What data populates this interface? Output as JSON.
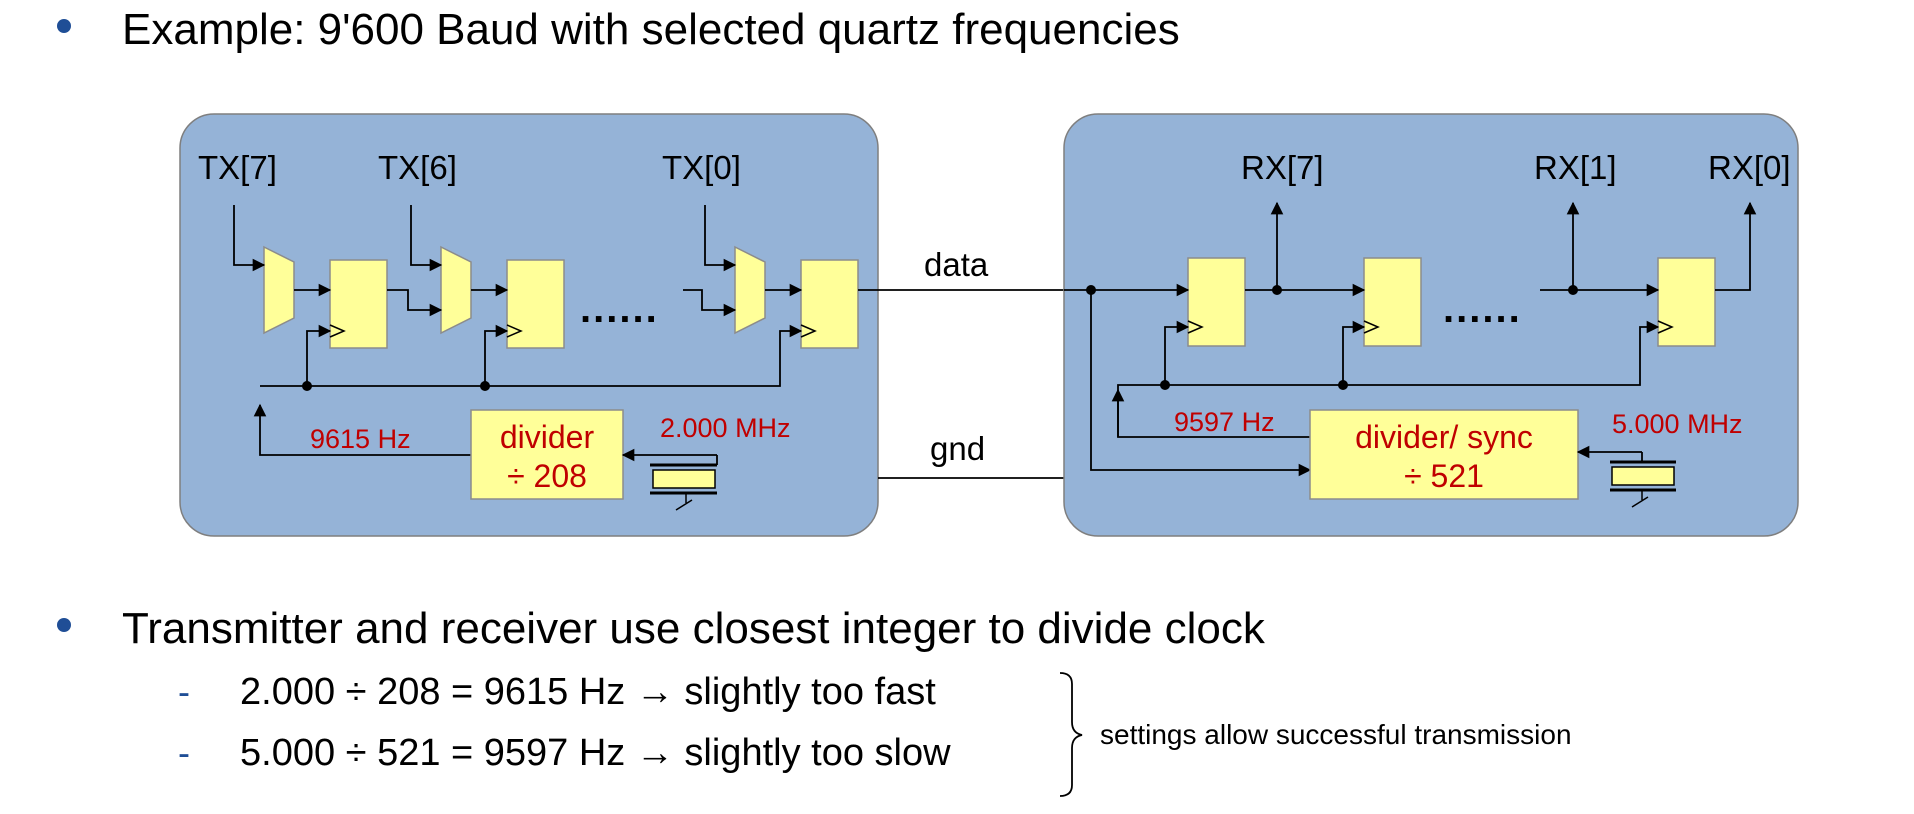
{
  "colors": {
    "panel_fill": "#95b3d7",
    "block_fill": "#ffff99",
    "block_stroke": "#8c8c8c",
    "wire": "#000000",
    "red_text": "#c00000",
    "bullet": "#1f4e96"
  },
  "slide": {
    "bullet_1": "Example: 9'600 Baud with selected quartz frequencies",
    "bullet_2": "Transmitter and receiver use closest integer to divide clock",
    "sub_1": "2.000 ÷ 208 = 9615 Hz → slightly too fast",
    "sub_2": "5.000 ÷ 521 = 9597 Hz → slightly too slow",
    "sub_dash": "-",
    "brace_note": "settings allow successful transmission"
  },
  "transmitter": {
    "inputs": [
      "TX[7]",
      "TX[6]",
      "TX[0]"
    ],
    "ellipsis": "......",
    "divider_line1": "divider",
    "divider_line2": "÷ 208",
    "freq_out": "9615 Hz",
    "quartz": "2.000 MHz"
  },
  "channel": {
    "data_label": "data",
    "gnd_label": "gnd"
  },
  "receiver": {
    "outputs": [
      "RX[7]",
      "RX[1]",
      "RX[0]"
    ],
    "ellipsis": "......",
    "divider_line1": "divider/ sync",
    "divider_line2": "÷ 521",
    "freq_out": "9597 Hz",
    "quartz": "5.000 MHz"
  }
}
